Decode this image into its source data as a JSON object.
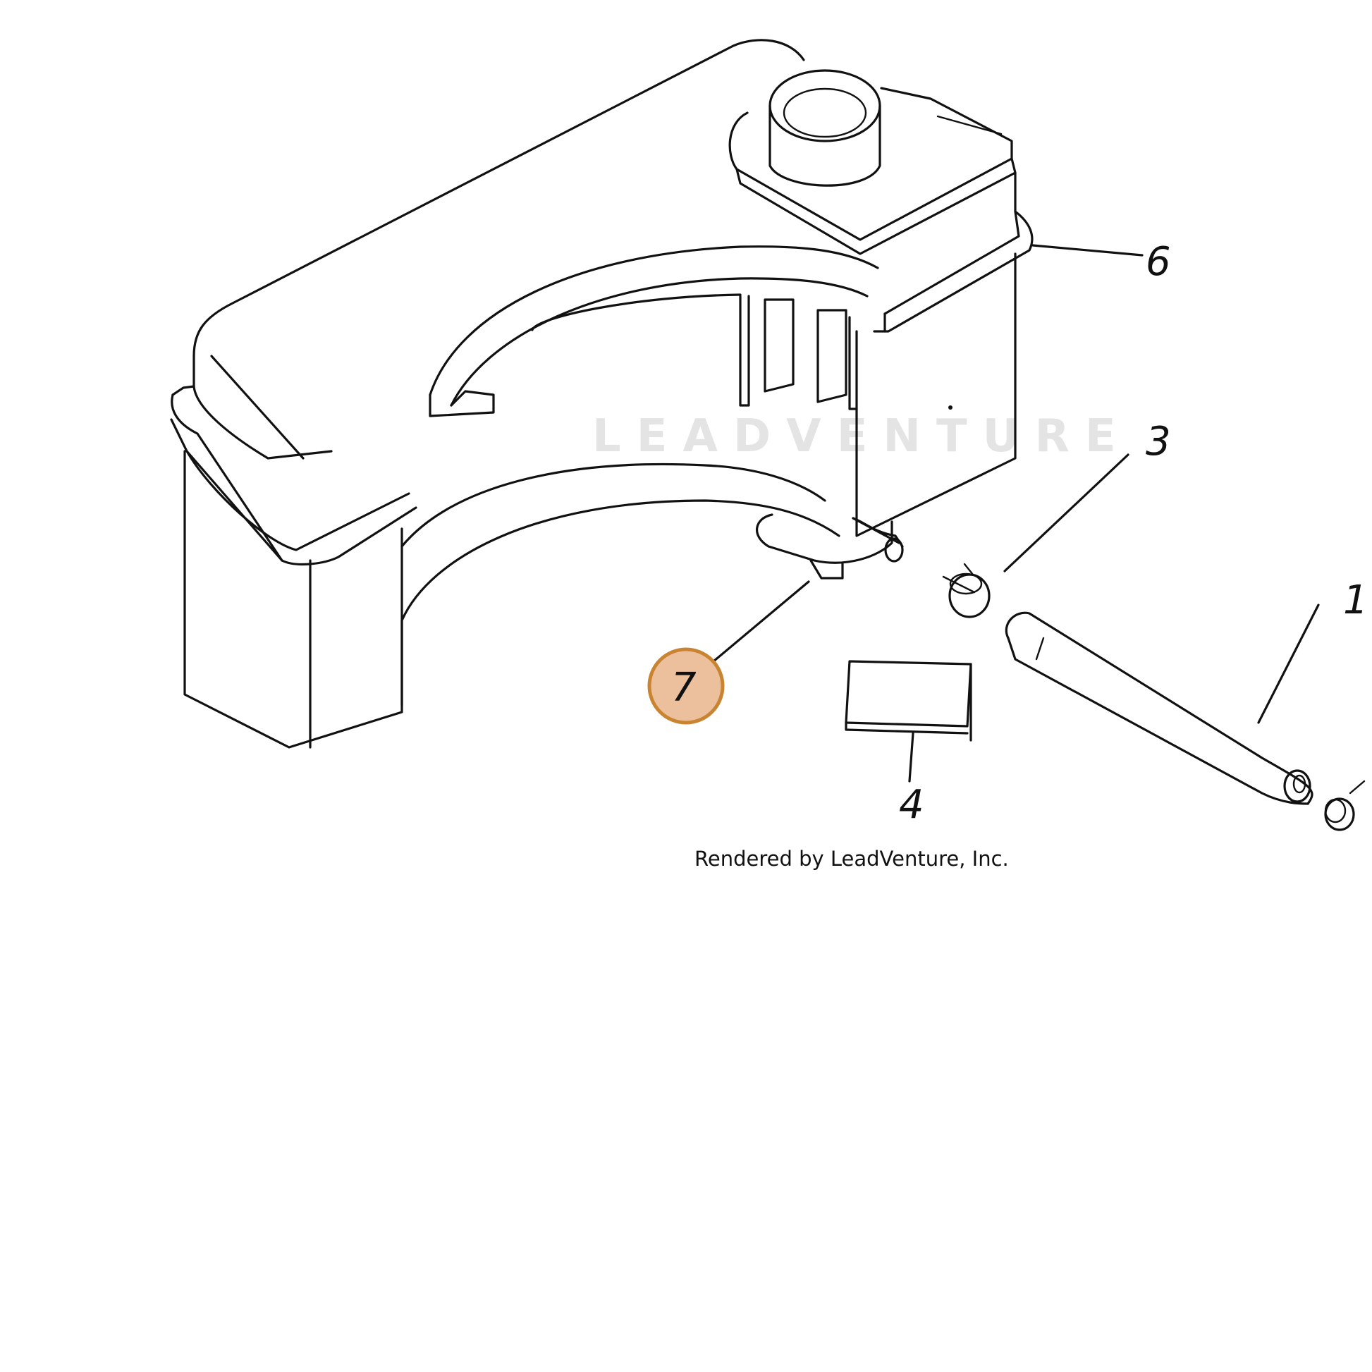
{
  "watermark": "LEADVENTURE",
  "credit": "Rendered by LeadVenture, Inc.",
  "callouts": {
    "c1": "1",
    "c3": "3",
    "c4": "4",
    "c6": "6",
    "c7": "7"
  },
  "colors": {
    "ink": "#111111",
    "hotspot_fill": "#e9b48c",
    "hotspot_ring": "#c98432",
    "watermark": "#e4e4e4"
  }
}
